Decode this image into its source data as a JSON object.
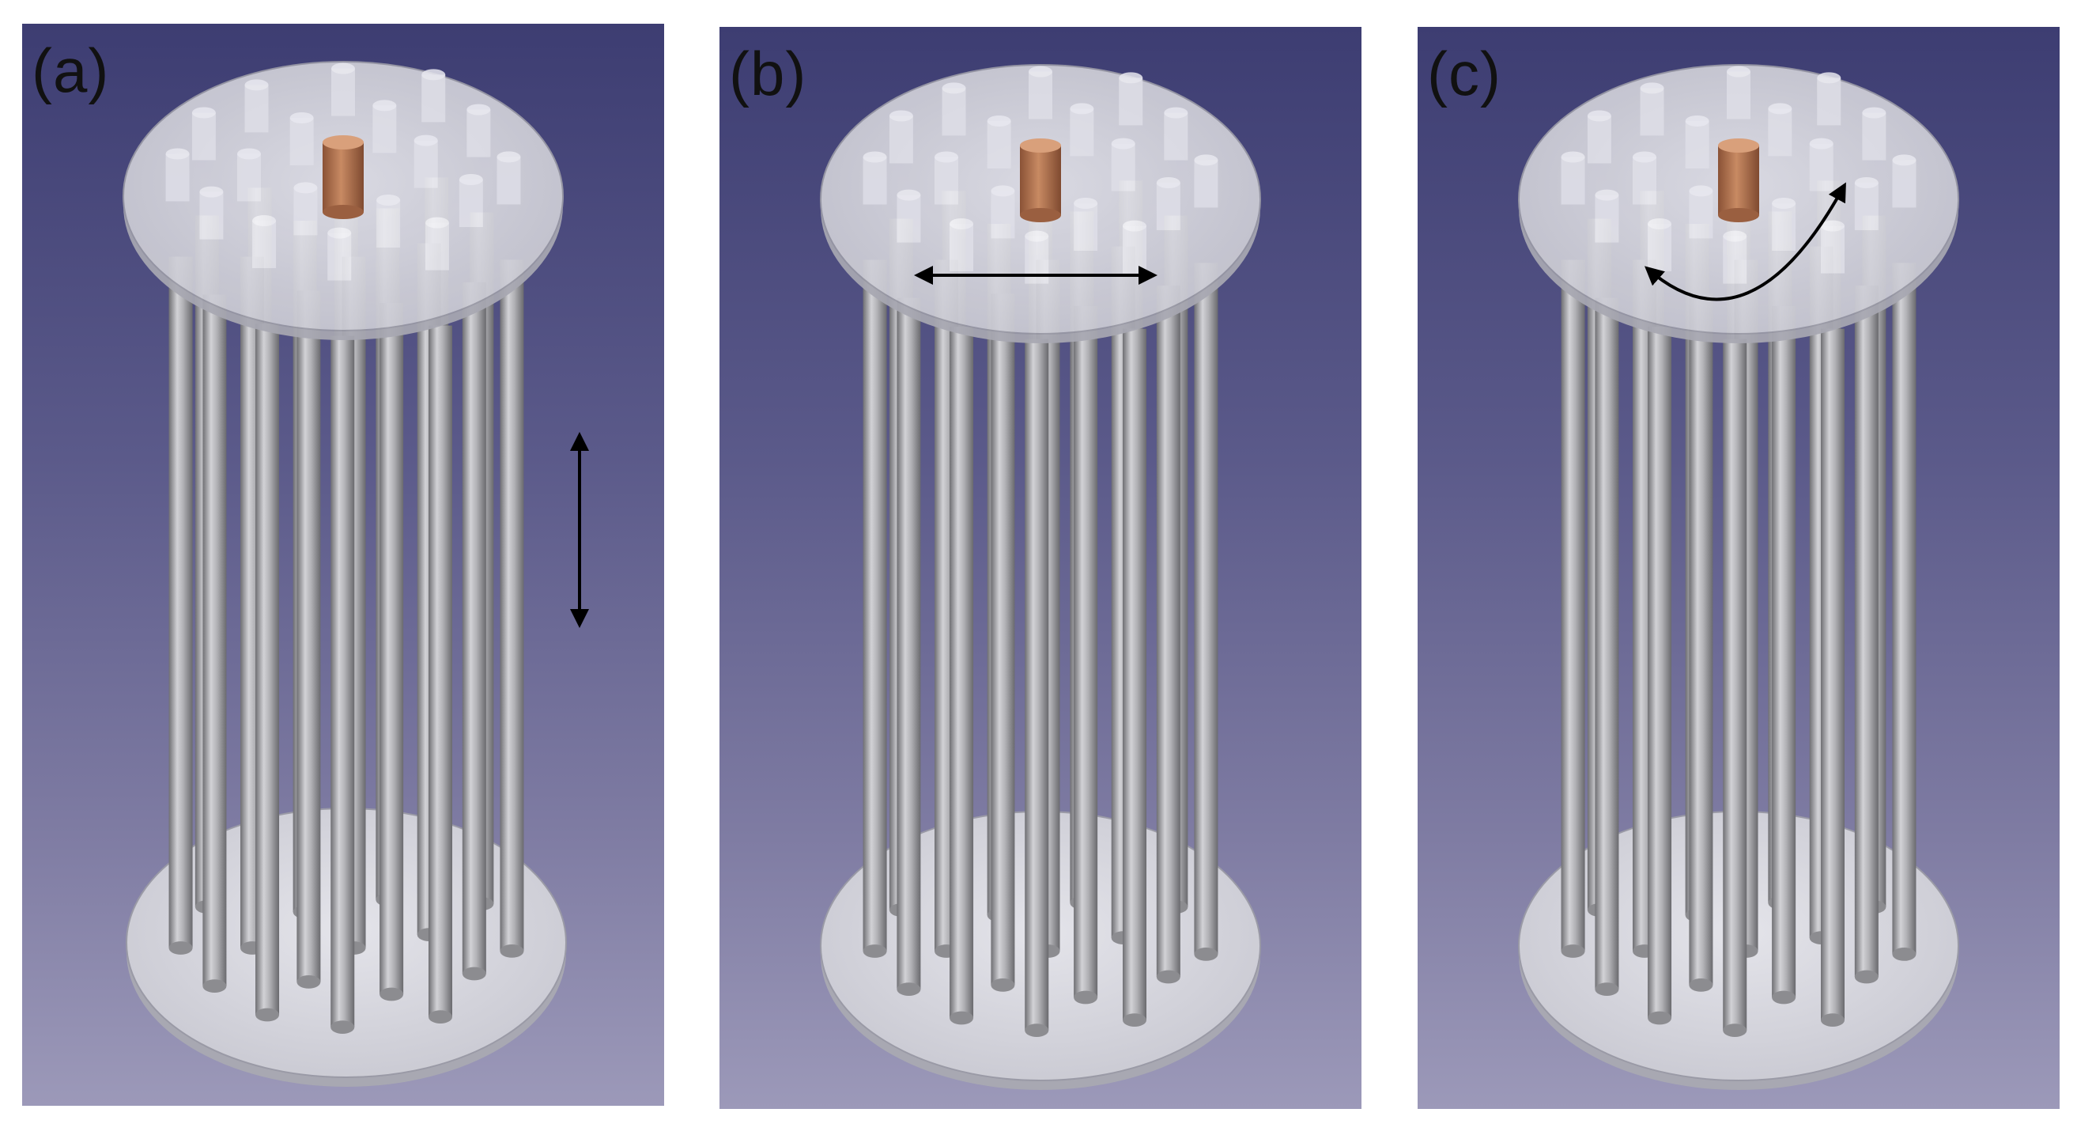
{
  "figure": {
    "panels": [
      {
        "id": "a",
        "label": "(a)",
        "motion": "vertical-translation",
        "arrow_icon": "double-arrow-vertical-icon"
      },
      {
        "id": "b",
        "label": "(b)",
        "motion": "horizontal-translation",
        "arrow_icon": "double-arrow-horizontal-icon"
      },
      {
        "id": "c",
        "label": "(c)",
        "motion": "rotation",
        "arrow_icon": "curved-double-arrow-icon"
      }
    ],
    "colors": {
      "background_top": "#3d3d72",
      "background_bottom": "#9c99b9",
      "disk": "#d8d8e0",
      "rod": "#a9a9ad",
      "center_rod": "#b0734f",
      "arrow": "#000000"
    }
  }
}
